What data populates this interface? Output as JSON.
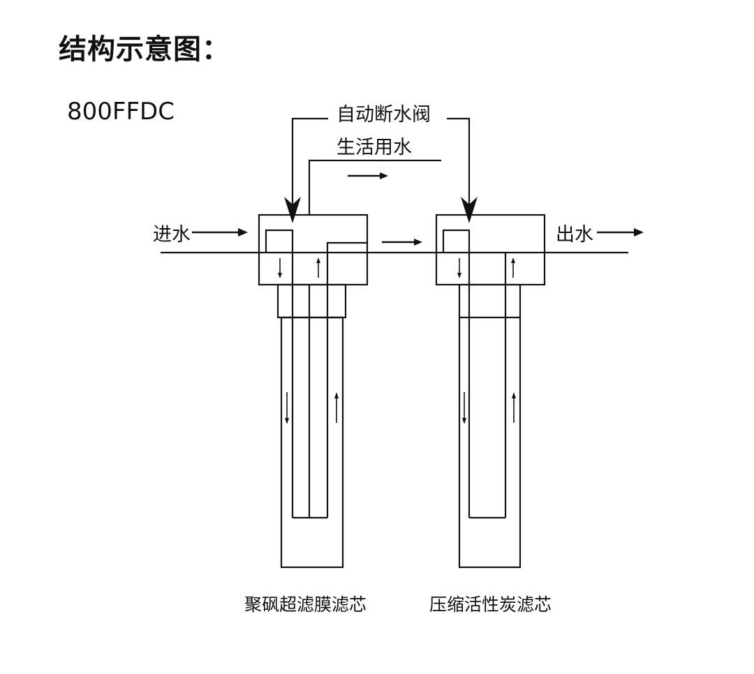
{
  "header": {
    "title": "结构示意图：",
    "model": "800FFDC"
  },
  "labels": {
    "auto_shutoff_valve": "自动断水阀",
    "domestic_water": "生活用水",
    "water_in": "进水",
    "water_out": "出水"
  },
  "filters": [
    {
      "caption": "聚砜超滤膜滤芯"
    },
    {
      "caption": "压缩活性炭滤芯"
    }
  ]
}
